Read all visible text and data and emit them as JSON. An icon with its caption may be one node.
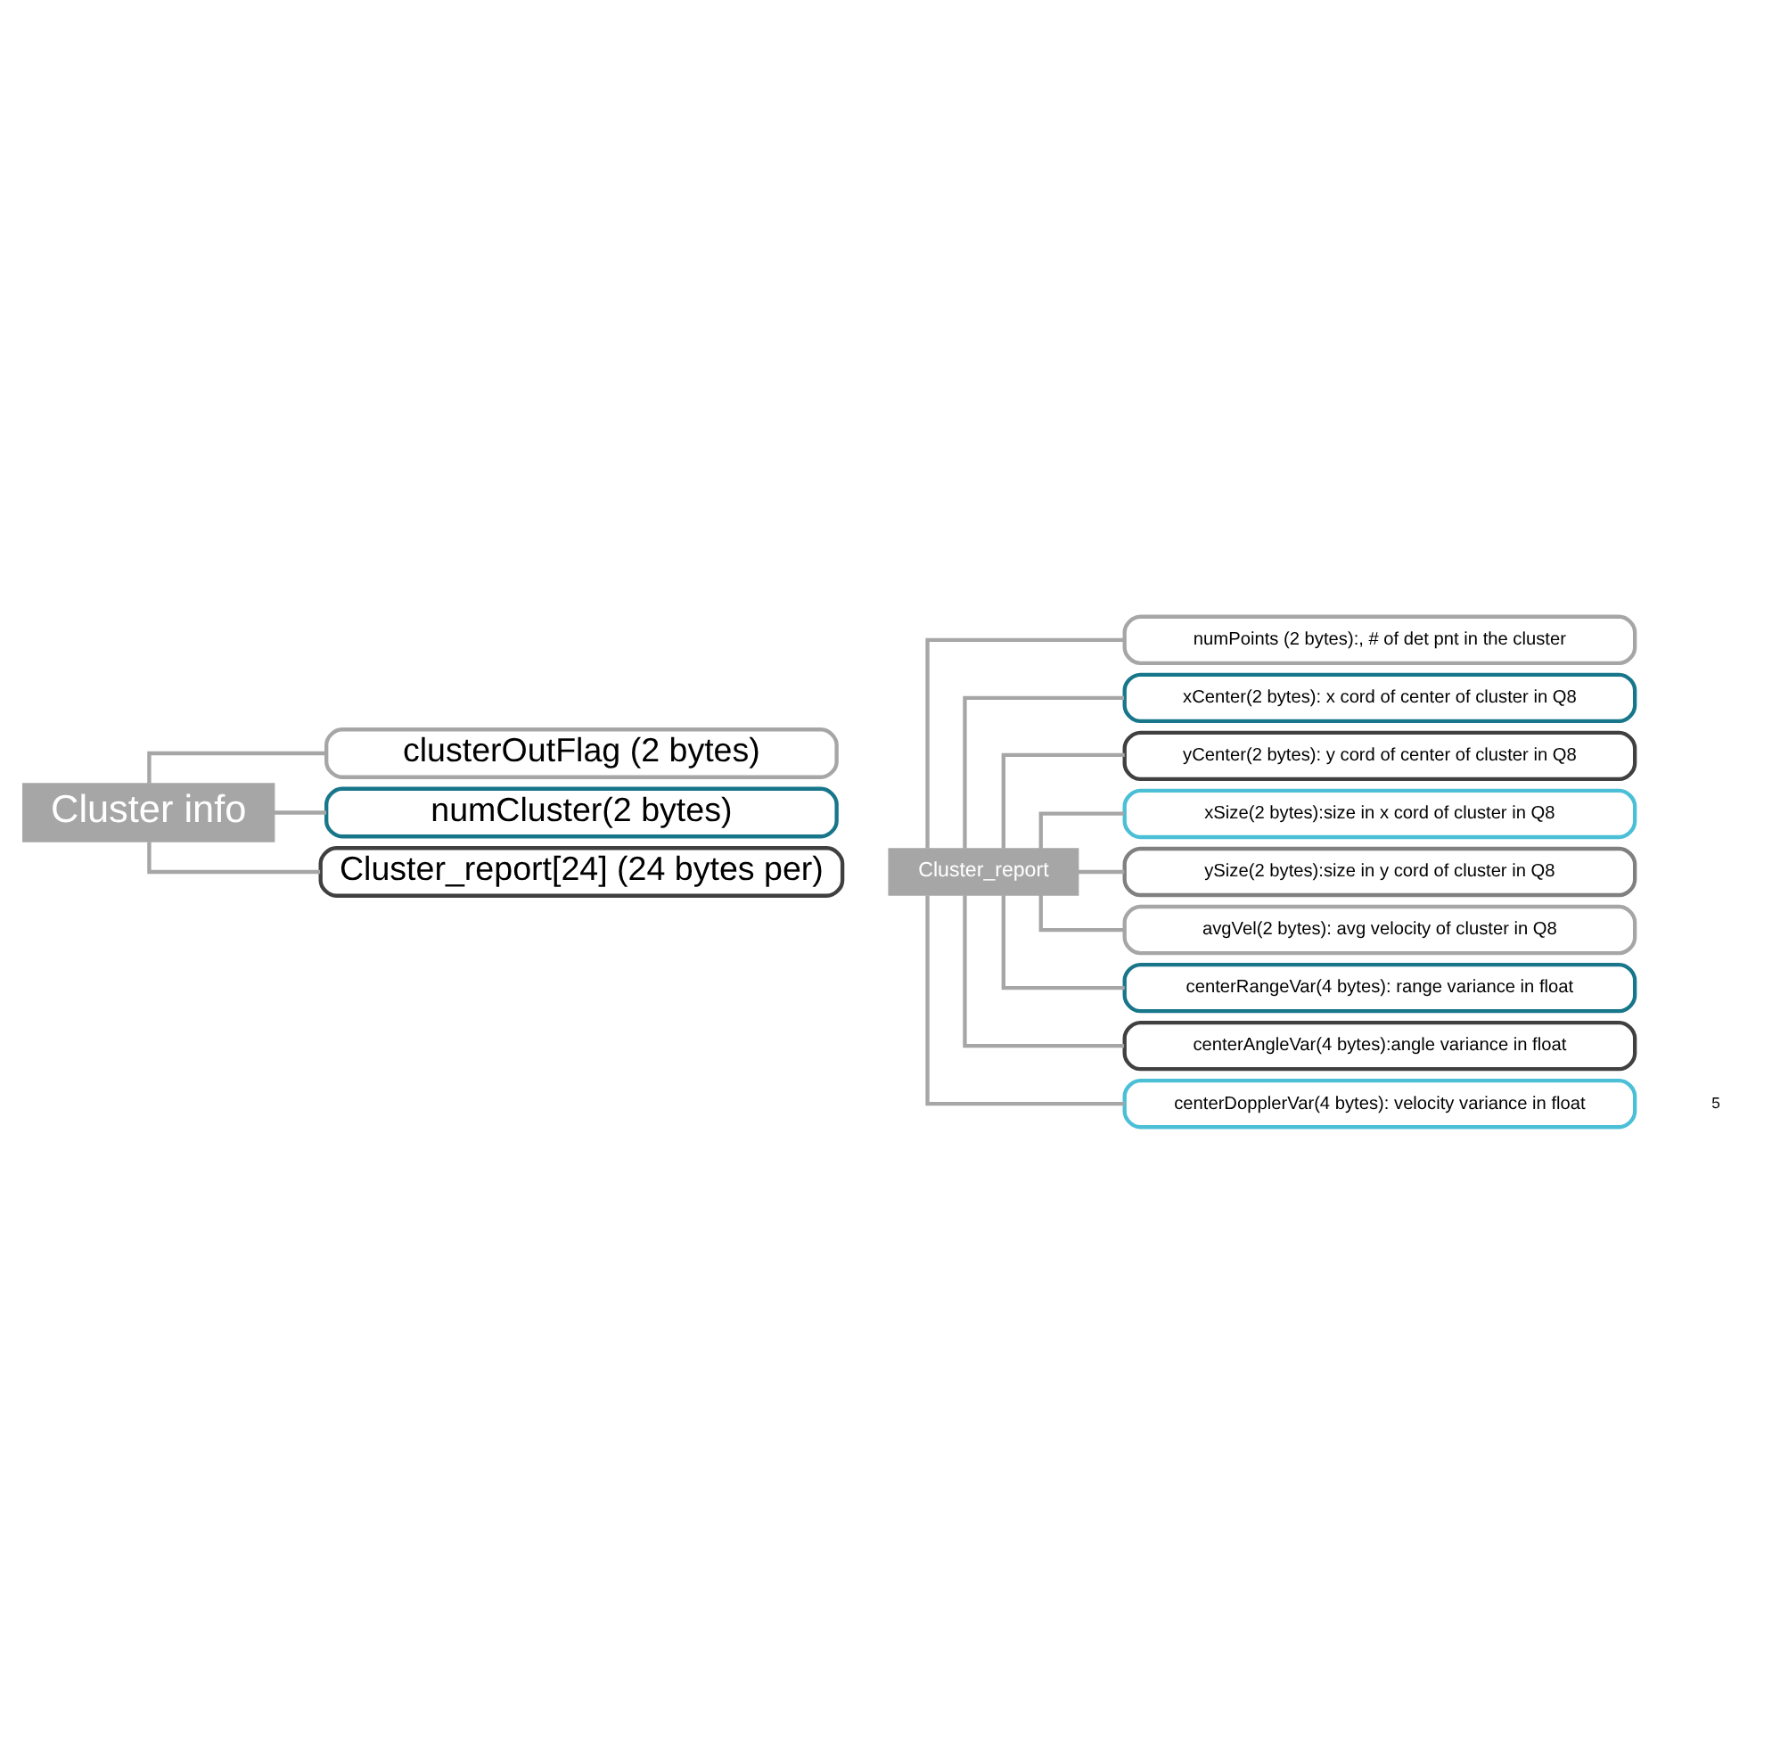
{
  "diagram": {
    "nodes": [
      {
        "text": [
          "Cluster info"
        ]
      },
      {
        "text": [
          "clusterOutFlag (2 bytes)"
        ]
      },
      {
        "text": [
          "numCluster(2 bytes)"
        ]
      },
      {
        "text": [
          "Cluster_report[24] (24 bytes per)"
        ]
      },
      {
        "text": [
          "Cluster_report"
        ]
      },
      {
        "text": [
          "numPoints (2 bytes):, # of det pnt in the cluster"
        ]
      },
      {
        "text": [
          "xCenter(2 bytes): x cord of center of cluster in Q8"
        ]
      },
      {
        "text": [
          "yCenter(2 bytes): y cord of center of cluster in Q8"
        ]
      },
      {
        "text": [
          "xSize(2 bytes):size in x cord of cluster in Q8"
        ]
      },
      {
        "text": [
          "ySize(2 bytes):size in y cord of cluster in Q8"
        ]
      },
      {
        "text": [
          "avgVel(2 bytes): avg velocity of cluster in Q8"
        ]
      },
      {
        "text": [
          "centerRangeVar(4 bytes): range variance in float"
        ]
      },
      {
        "text": [
          "centerAngleVar(4 bytes):angle variance in float"
        ]
      },
      {
        "text": [
          "centerDopplerVar(4 bytes): velocity variance in float"
        ]
      }
    ],
    "edges": [
      {
        "from": 0,
        "to": 1,
        "arrow": "none"
      },
      {
        "from": 0,
        "to": 2,
        "arrow": "none"
      },
      {
        "from": 0,
        "to": 3,
        "arrow": "none"
      },
      {
        "from": 4,
        "to": 5,
        "arrow": "none"
      },
      {
        "from": 4,
        "to": 6,
        "arrow": "none"
      },
      {
        "from": 4,
        "to": 7,
        "arrow": "none"
      },
      {
        "from": 4,
        "to": 8,
        "arrow": "none"
      },
      {
        "from": 4,
        "to": 9,
        "arrow": "none"
      },
      {
        "from": 4,
        "to": 10,
        "arrow": "none"
      },
      {
        "from": 4,
        "to": 11,
        "arrow": "none"
      },
      {
        "from": 4,
        "to": 12,
        "arrow": "none"
      },
      {
        "from": 4,
        "to": 13,
        "arrow": "none"
      }
    ],
    "labels": [
      "5"
    ]
  }
}
